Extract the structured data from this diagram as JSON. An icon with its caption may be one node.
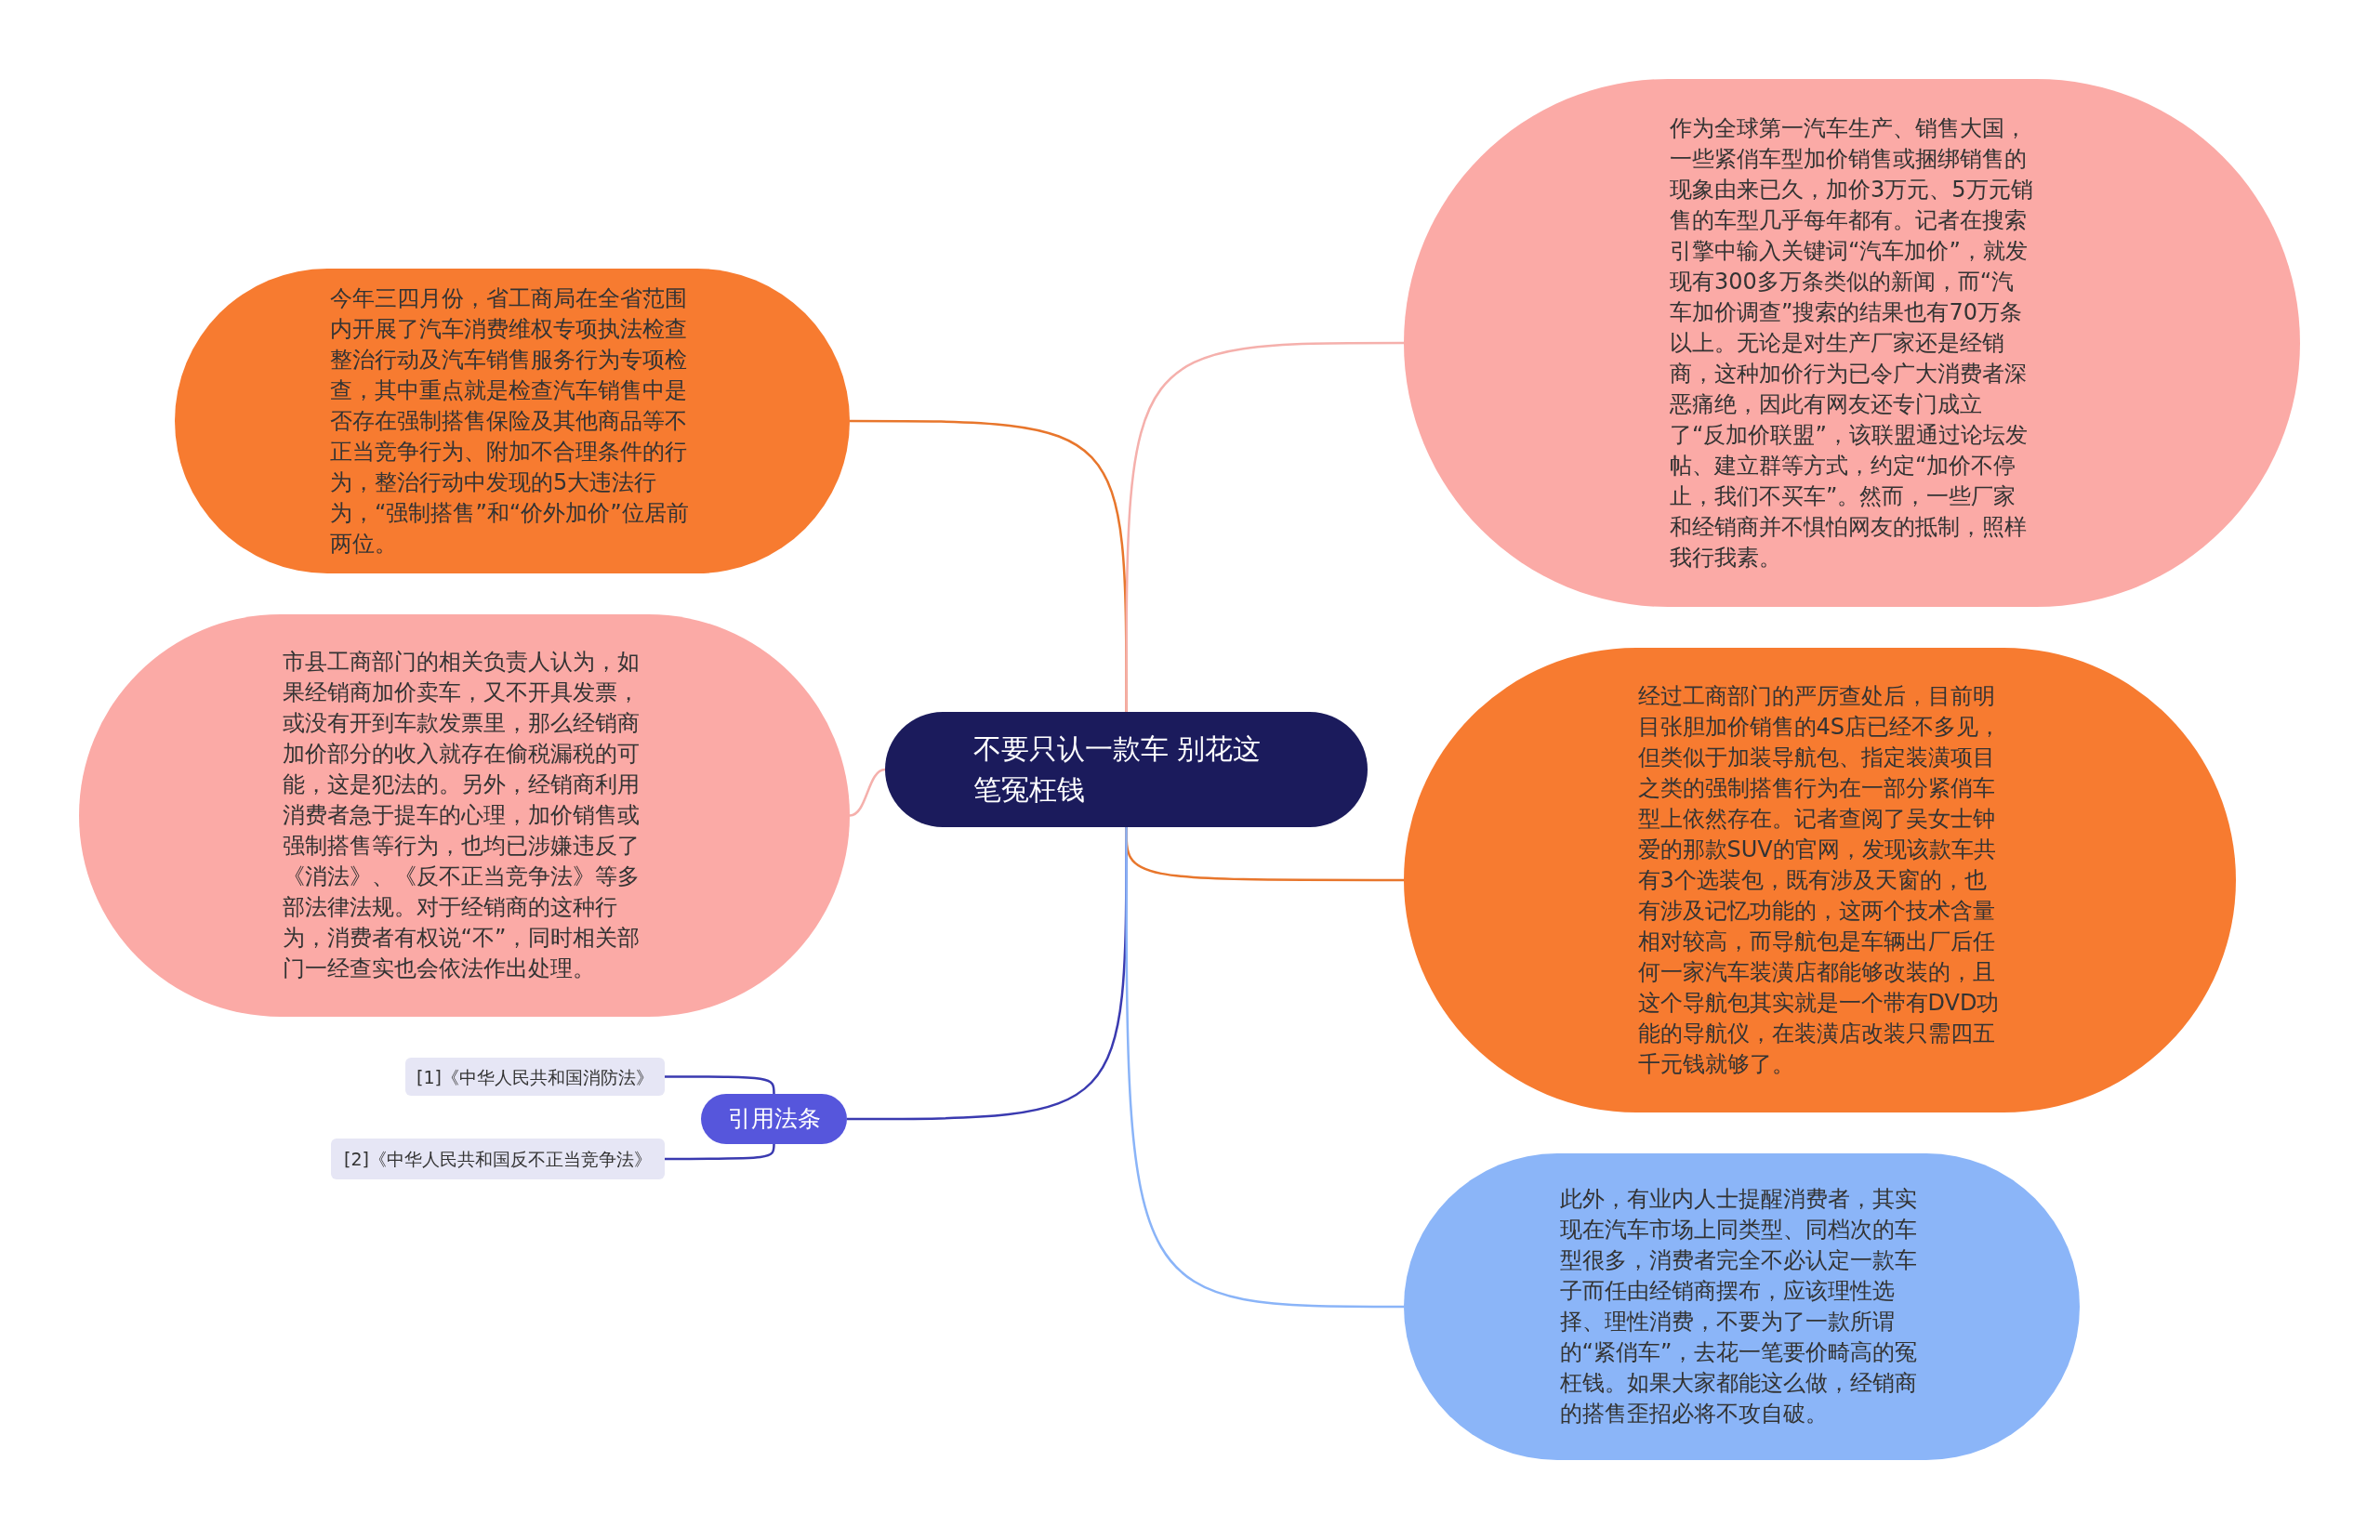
{
  "diagram": {
    "nodes": [
      {
        "text": [
          "不要只认一款车 别花这笔冤枉钱"
        ]
      },
      {
        "text": [
          "今年三四月份，省工商局在全省范围内开展了汽车消费维权专项执法检查整治行动及汽车销售服务行为专项检查，其中重点就是检查汽车销售中是否存在强制搭售保险及其他商品等不正当竞争行为、附加不合理条件的行为，整治行动中发现的5大违法行为，“强制搭售”和“价外加价”位居前两位。"
        ]
      },
      {
        "text": [
          "市县工商部门的相关负责人认为，如果经销商加价卖车，又不开具发票，或没有开到车款发票里，那么经销商加价部分的收入就存在偷税漏税的可能，这是犯法的。另外，经销商利用消费者急于提车的心理，加价销售或强制搭售等行为，也均已涉嫌违反了《消法》、《反不正当竞争法》等多部法律法规。对于经销商的这种行为，消费者有权说“不”，同时相关部门一经查实也会依法作出处理。"
        ]
      },
      {
        "text": [
          "引用法条"
        ]
      },
      {
        "text": [
          "[1]《中华人民共和国消防法》"
        ]
      },
      {
        "text": [
          "[2]《中华人民共和国反不正当竞争法》"
        ]
      },
      {
        "text": [
          "作为全球第一汽车生产、销售大国，一些紧俏车型加价销售或捆绑销售的现象由来已久，加价3万元、5万元销售的车型几乎每年都有。记者在搜索引擎中输入关键词“汽车加价”，就发现有300多万条类似的新闻，而“汽车加价调查”搜索的结果也有70万条以上。无论是对生产厂家还是经销商，这种加价行为已令广大消费者深恶痛绝，因此有网友还专门成立了“反加价联盟”，该联盟通过论坛发帖、建立群等方式，约定“加价不停止，我们不买车”。然而，一些厂家和经销商并不惧怕网友的抵制，照样我行我素。"
        ]
      },
      {
        "text": [
          "经过工商部门的严厉查处后，目前明目张胆加价销售的4S店已经不多见，但类似于加装导航包、指定装潢项目之类的强制搭售行为在一部分紧俏车型上依然存在。记者查阅了吴女士钟爱的那款SUV的官网，发现该款车共有3个选装包，既有涉及天窗的，也有涉及记忆功能的，这两个技术含量相对较高，而导航包是车辆出厂后任何一家汽车装潢店都能够改装的，且这个导航包其实就是一个带有DVD功能的导航仪，在装潢店改装只需四五千元钱就够了。"
        ]
      },
      {
        "text": [
          "此外，有业内人士提醒消费者，其实现在汽车市场上同类型、同档次的车型很多，消费者完全不必认定一款车子而任由经销商摆布，应该理性选择、理性消费，不要为了一款所谓的“紧俏车”，去花一笔要价畸高的冤枉钱。如果大家都能这么做，经销商的搭售歪招必将不攻自破。"
        ]
      }
    ],
    "edges": [
      {
        "from": 0,
        "to": 1,
        "arrow": "none",
        "color": "#e8762c"
      },
      {
        "from": 0,
        "to": 2,
        "arrow": "none",
        "color": "#f5b0ac"
      },
      {
        "from": 0,
        "to": 3,
        "arrow": "none",
        "color": "#3a3ab0"
      },
      {
        "from": 3,
        "to": 4,
        "arrow": "none",
        "color": "#3a3ab0"
      },
      {
        "from": 3,
        "to": 5,
        "arrow": "none",
        "color": "#3a3ab0"
      },
      {
        "from": 0,
        "to": 6,
        "arrow": "none",
        "color": "#f5b0ac"
      },
      {
        "from": 0,
        "to": 7,
        "arrow": "none",
        "color": "#e8762c"
      },
      {
        "from": 0,
        "to": 8,
        "arrow": "none",
        "color": "#8ab4f8"
      }
    ]
  }
}
